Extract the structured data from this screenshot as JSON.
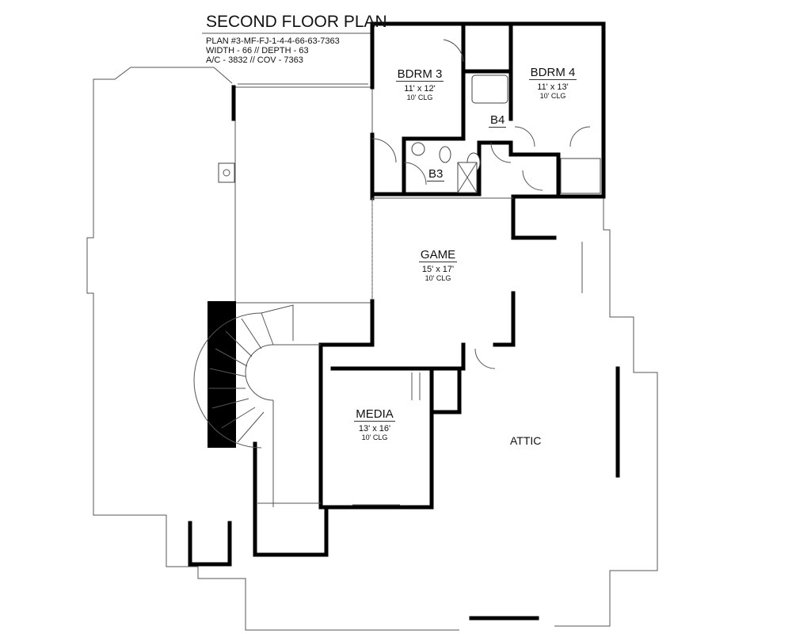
{
  "title": "SECOND FLOOR PLAN",
  "info": {
    "plan": "PLAN #3-MF-FJ-1-4-4-66-63-7363",
    "dimensions": "WIDTH - 66 // DEPTH - 63",
    "area": "A/C - 3832 // COV - 7363"
  },
  "rooms": [
    {
      "name": "BDRM 3",
      "size": "11' x 12'",
      "ceiling": "10' CLG"
    },
    {
      "name": "BDRM 4",
      "size": "11' x 13'",
      "ceiling": "10' CLG"
    },
    {
      "name": "GAME",
      "size": "15' x 17'",
      "ceiling": "10' CLG"
    },
    {
      "name": "MEDIA",
      "size": "13' x 16'",
      "ceiling": "10' CLG"
    }
  ],
  "baths": [
    "B3",
    "B4"
  ],
  "attic": "ATTIC"
}
